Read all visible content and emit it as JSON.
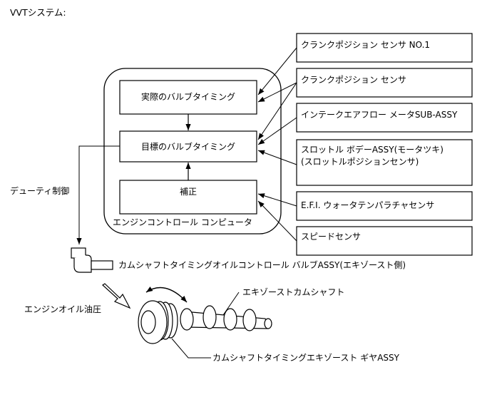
{
  "title": "VVTシステム:",
  "ecu": {
    "label": "エンジンコントロール コンピュータ",
    "actual_timing": "実際のバルブタイミング",
    "target_timing": "目標のバルブタイミング",
    "correction": "補正"
  },
  "sensors": [
    {
      "line1": "クランクポジション センサ NO.1",
      "line2": ""
    },
    {
      "line1": "クランクポジション センサ",
      "line2": ""
    },
    {
      "line1": "インテークエアフロー メータSUB-ASSY",
      "line2": ""
    },
    {
      "line1": "スロットル ボデーASSY(モータツキ)",
      "line2": "(スロットルポジションセンサ)"
    },
    {
      "line1": "E.F.I. ウォータテンパラチャセンサ",
      "line2": ""
    },
    {
      "line1": "スピードセンサ",
      "line2": ""
    }
  ],
  "duty_control": "デューティ制御",
  "ocv_label": "カムシャフトタイミングオイルコントロール バルブASSY(エキゾースト側)",
  "oil_pressure": "エンジンオイル油圧",
  "camshaft_label": "エキゾーストカムシャフト",
  "gear_label": "カムシャフトタイミングエキゾースト ギヤASSY"
}
